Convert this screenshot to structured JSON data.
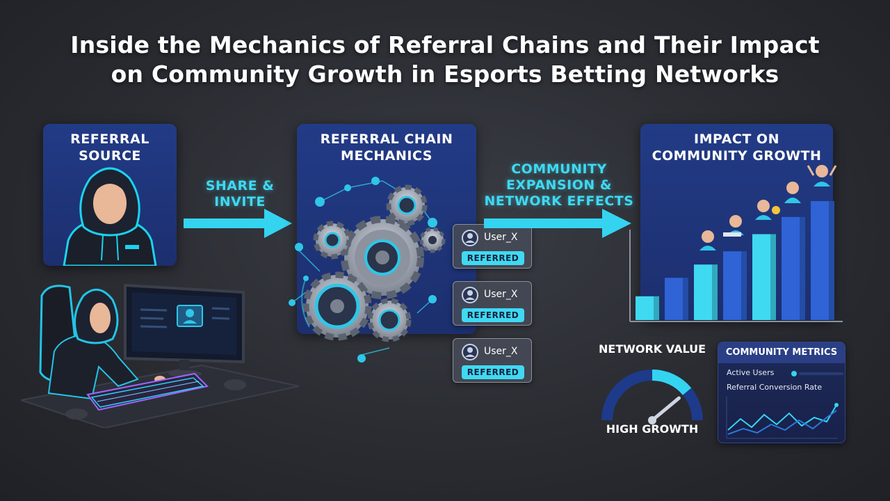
{
  "title": {
    "line1": "Inside the Mechanics of Referral Chains and Their Impact",
    "line2": "on Community Growth in Esports Betting Networks"
  },
  "panels": {
    "source": {
      "line1": "REFERRAL",
      "line2": "SOURCE"
    },
    "mechanics": {
      "line1": "REFERRAL CHAIN",
      "line2": "MECHANICS"
    },
    "impact": {
      "line1": "IMPACT ON",
      "line2": "COMMUNITY GROWTH"
    }
  },
  "arrows": {
    "share": {
      "line1": "SHARE &",
      "line2": "INVITE"
    },
    "expansion": {
      "line1": "COMMUNITY",
      "line2": "EXPANSION &",
      "line3": "NETWORK EFFECTS"
    }
  },
  "referral_cards": [
    {
      "user": "User_X",
      "badge": "REFERRED"
    },
    {
      "user": "User_X",
      "badge": "REFERRED"
    },
    {
      "user": "User_X",
      "badge": "REFERRED"
    }
  ],
  "growth_chart": {
    "type": "bar",
    "bar_levels": [
      0.18,
      0.32,
      0.42,
      0.52,
      0.65,
      0.78,
      0.9
    ],
    "bar_colors": [
      "cyan",
      "blue",
      "cyan",
      "blue",
      "cyan",
      "blue",
      "blue"
    ]
  },
  "gauge": {
    "label": "NETWORK VALUE",
    "status": "HIGH GROWTH",
    "level": 0.78
  },
  "metrics": {
    "header": "COMMUNITY METRICS",
    "active_users_label": "Active Users",
    "conversion_label": "Referral Conversion Rate"
  },
  "colors": {
    "accent_cyan": "#3fd9f2",
    "panel_blue": "#223b86",
    "background": "#2a2c32"
  }
}
